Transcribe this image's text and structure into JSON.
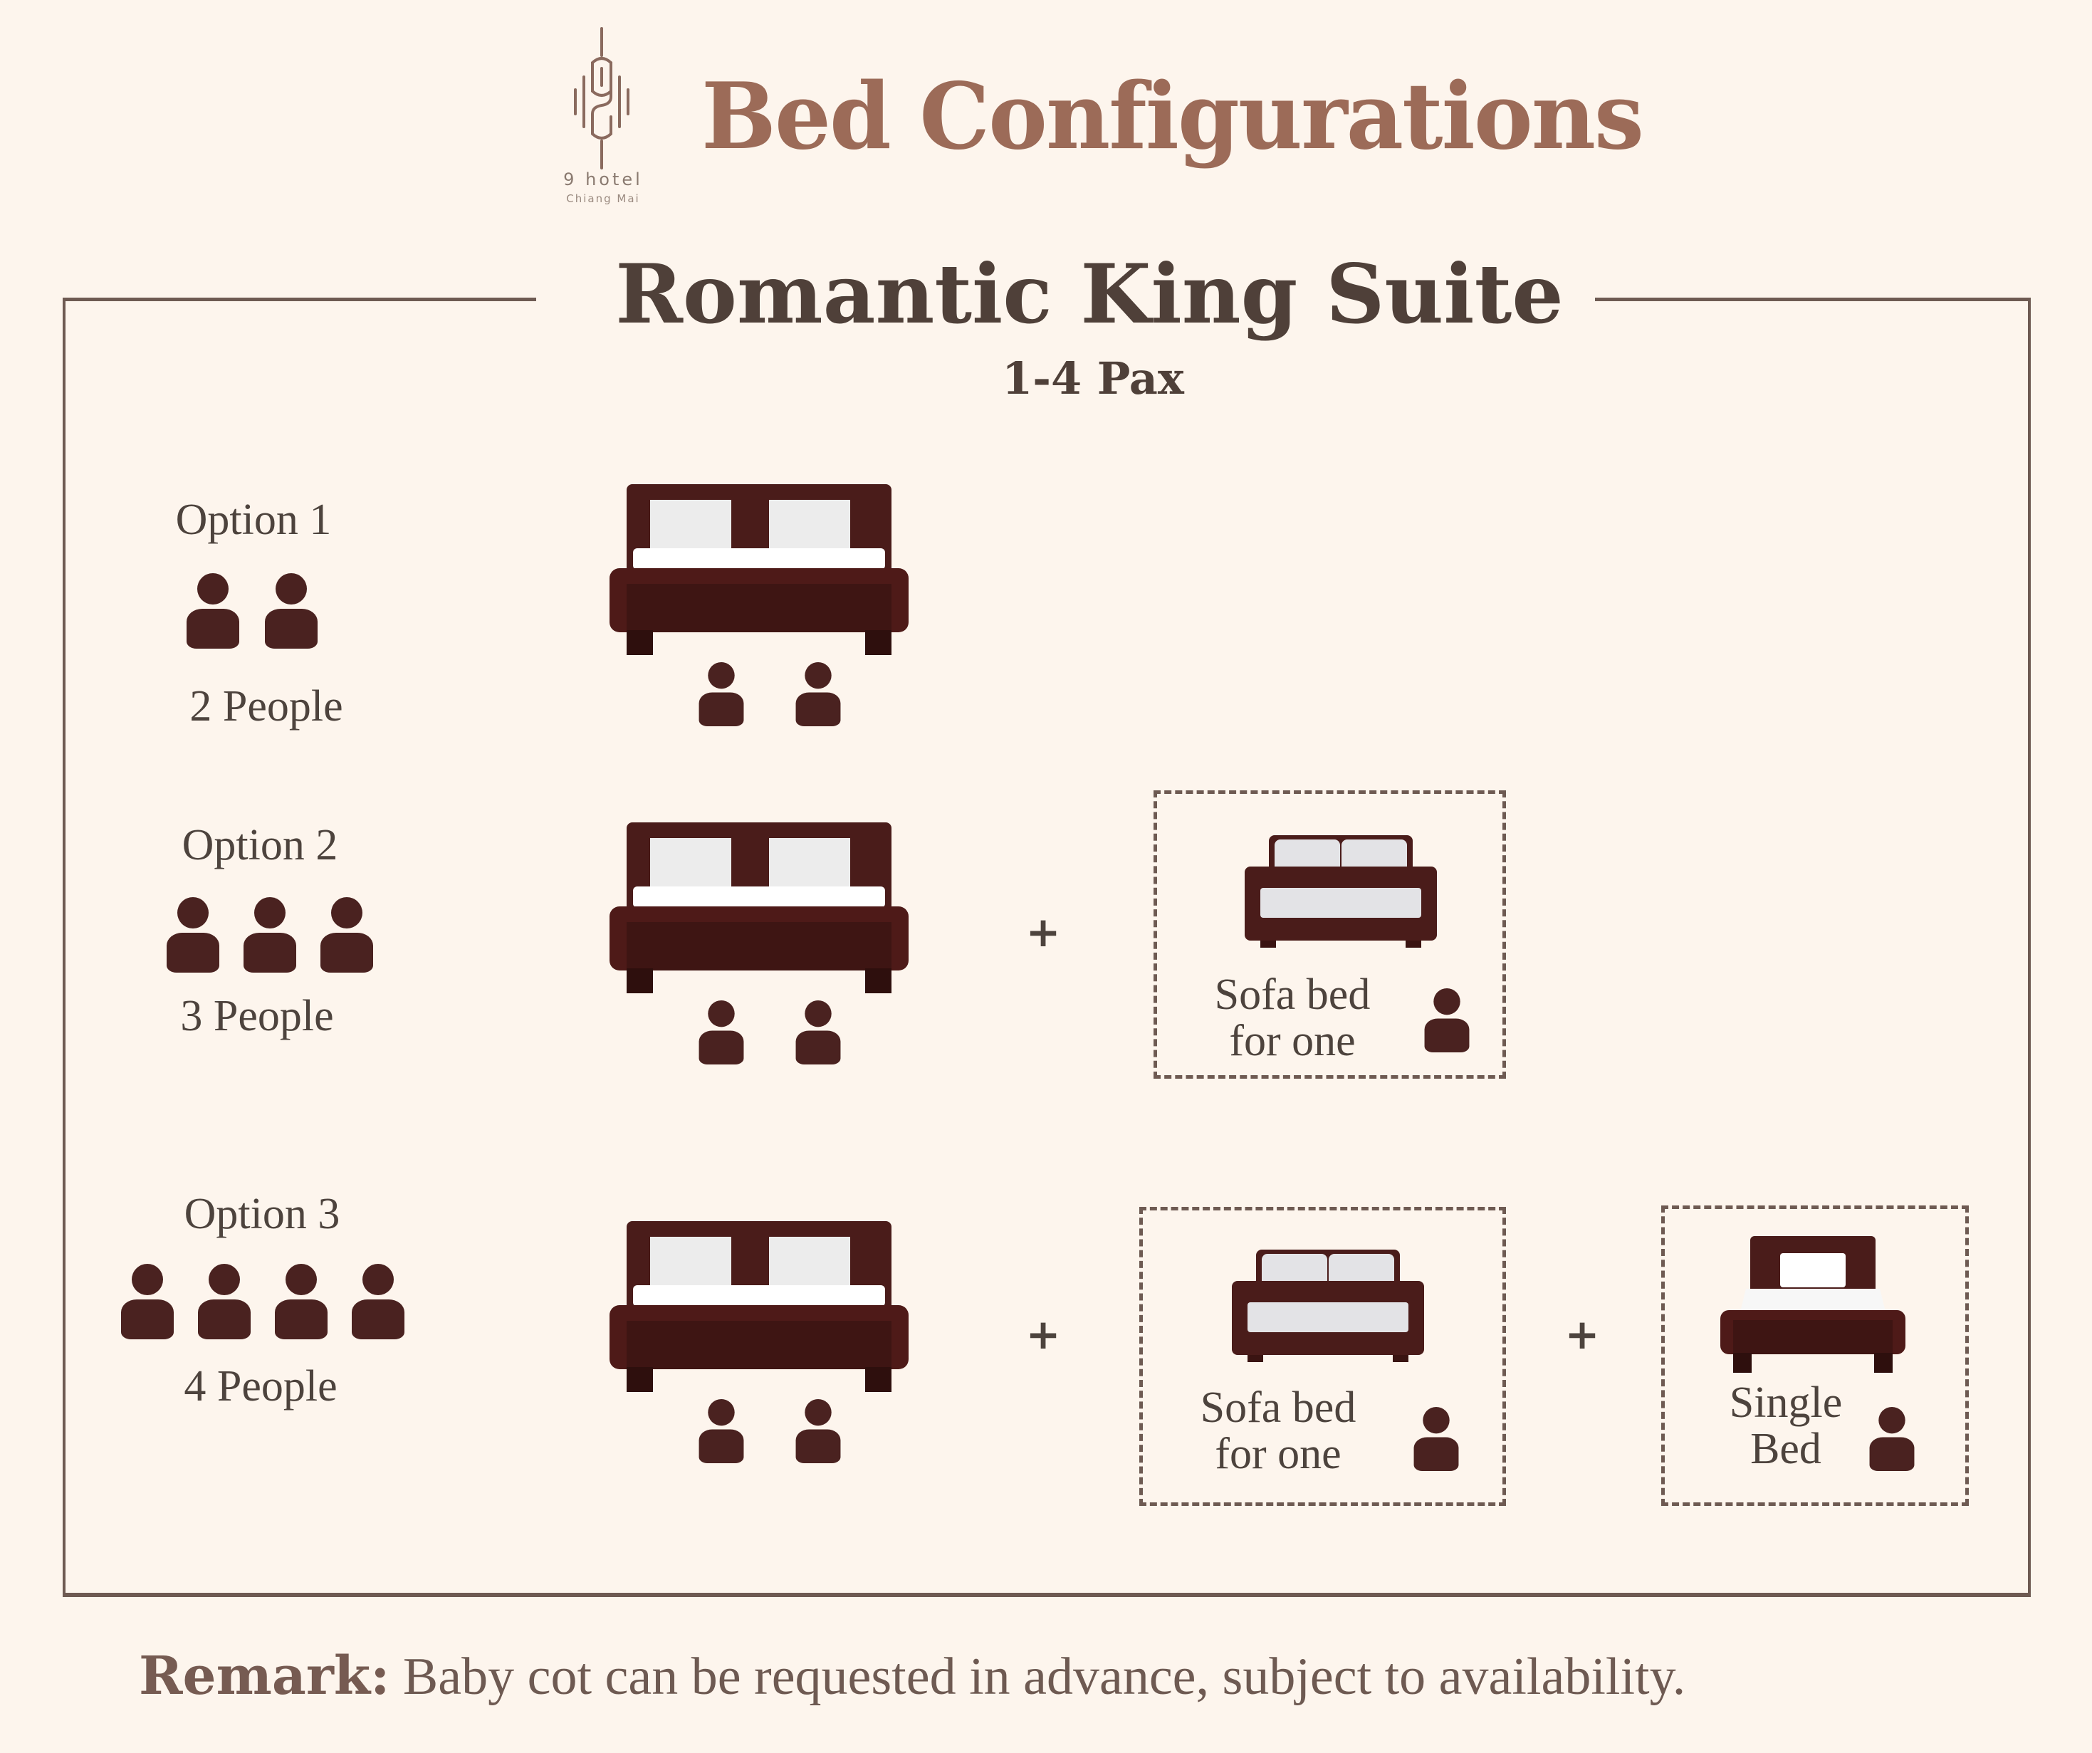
{
  "header": {
    "title": "Bed Configurations",
    "logo": {
      "name": "9 hotel",
      "city": "Chiang Mai",
      "icon": "9-hotel-monogram-icon"
    }
  },
  "suite": {
    "name": "Romantic King Suite",
    "capacity": "1-4 Pax"
  },
  "options": [
    {
      "label": "Option 1",
      "people_count": 2,
      "people_label": "2 People",
      "items": [
        {
          "type": "double-bed",
          "occupants": 2
        }
      ]
    },
    {
      "label": "Option 2",
      "people_count": 3,
      "people_label": "3 People",
      "items": [
        {
          "type": "double-bed",
          "occupants": 2
        },
        {
          "type": "sofa-bed",
          "label_line1": "Sofa bed",
          "label_line2": "for one",
          "occupants": 1
        }
      ],
      "separator": "+"
    },
    {
      "label": "Option 3",
      "people_count": 4,
      "people_label": "4 People",
      "items": [
        {
          "type": "double-bed",
          "occupants": 2
        },
        {
          "type": "sofa-bed",
          "label_line1": "Sofa bed",
          "label_line2": "for one",
          "occupants": 1
        },
        {
          "type": "single-bed",
          "label_line1": "Single",
          "label_line2": "Bed",
          "occupants": 1
        }
      ],
      "separator": "+"
    }
  ],
  "remark": {
    "label": "Remark:",
    "text": " Baby cot can be requested in advance, subject to availability."
  },
  "colors": {
    "background": "#fdf5ed",
    "title": "#9c6b58",
    "text": "#4f4039",
    "furniture": "#4a1c1a",
    "person": "#4a2220",
    "frame": "#6e5a52"
  }
}
